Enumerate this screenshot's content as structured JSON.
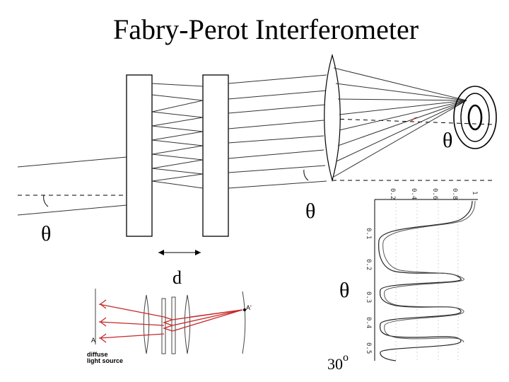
{
  "title": "Fabry-Perot Interferometer",
  "labels": {
    "theta": "θ",
    "separation": "d",
    "angle_value": "30",
    "angle_unit": "o",
    "source_line1": "diffuse",
    "source_line2": "light source",
    "image_point": "A'",
    "source_point": "A"
  },
  "profile_ticks": {
    "top": [
      "0.2",
      "0.4",
      "0.6",
      "0.8",
      "1"
    ],
    "left": [
      "0.1",
      "0.2",
      "0.3",
      "0.4",
      "0.5"
    ]
  },
  "colors": {
    "ink": "#000000",
    "rays": "#333333",
    "red_rays": "#cc1f1f"
  }
}
